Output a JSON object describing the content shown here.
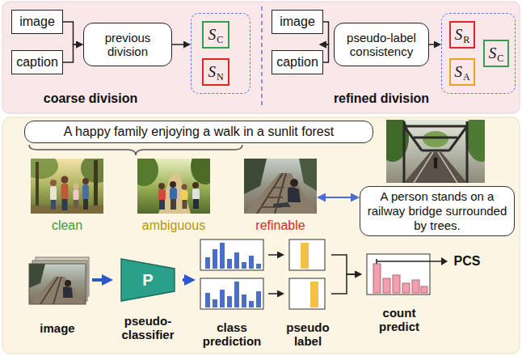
{
  "diagram": {
    "nodes": [
      {
        "text": [
          "image"
        ]
      },
      {
        "text": [
          "caption"
        ]
      },
      {
        "text": [
          "previous division"
        ]
      },
      {
        "text": []
      },
      {
        "text": [
          "S",
          "C"
        ],
        "in": 3
      },
      {
        "text": [
          "S",
          "N"
        ],
        "in": 3
      },
      {
        "text": [
          "image"
        ]
      },
      {
        "text": [
          "caption"
        ]
      },
      {
        "text": [
          "pseudo-label consistency"
        ]
      },
      {
        "text": []
      },
      {
        "text": [
          "S",
          "R"
        ],
        "in": 9
      },
      {
        "text": [
          "S",
          "A"
        ],
        "in": 9
      },
      {
        "text": [
          "S",
          "C"
        ],
        "in": 9
      },
      {
        "text": [
          "A happy family enjoying a walk in a sunlit forest"
        ]
      },
      {
        "text": [
          "clean"
        ]
      },
      {
        "text": [
          "ambiguous"
        ]
      },
      {
        "text": [
          "refinable"
        ]
      },
      {
        "text": [
          "A person stands on a railway bridge surrounded by trees."
        ]
      },
      {
        "text": [
          "image"
        ]
      },
      {
        "text": [
          "P",
          "pseudo-classifier"
        ]
      },
      {
        "text": [
          "class prediction"
        ]
      },
      {
        "text": [
          "pseudo label"
        ]
      },
      {
        "text": [
          "count predict"
        ]
      }
    ],
    "edges": [
      {
        "from": 0,
        "to": 2,
        "arrow": "to"
      },
      {
        "from": 1,
        "to": 2,
        "arrow": "to"
      },
      {
        "from": 2,
        "to": 3,
        "arrow": "to"
      },
      {
        "from": 6,
        "to": 8,
        "arrow": "to"
      },
      {
        "from": 7,
        "to": 8,
        "arrow": "to"
      },
      {
        "from": 8,
        "to": 9,
        "arrow": "to"
      },
      {
        "from": 16,
        "to": 17,
        "arrow": "both"
      },
      {
        "from": 18,
        "to": 19,
        "arrow": "to"
      },
      {
        "from": 19,
        "to": 20,
        "arrow": "to"
      },
      {
        "from": 20,
        "to": 21,
        "arrow": "to"
      },
      {
        "from": 21,
        "to": 22,
        "arrow": "to"
      }
    ],
    "labels": [
      "coarse division",
      "refined division",
      "PCS"
    ]
  }
}
